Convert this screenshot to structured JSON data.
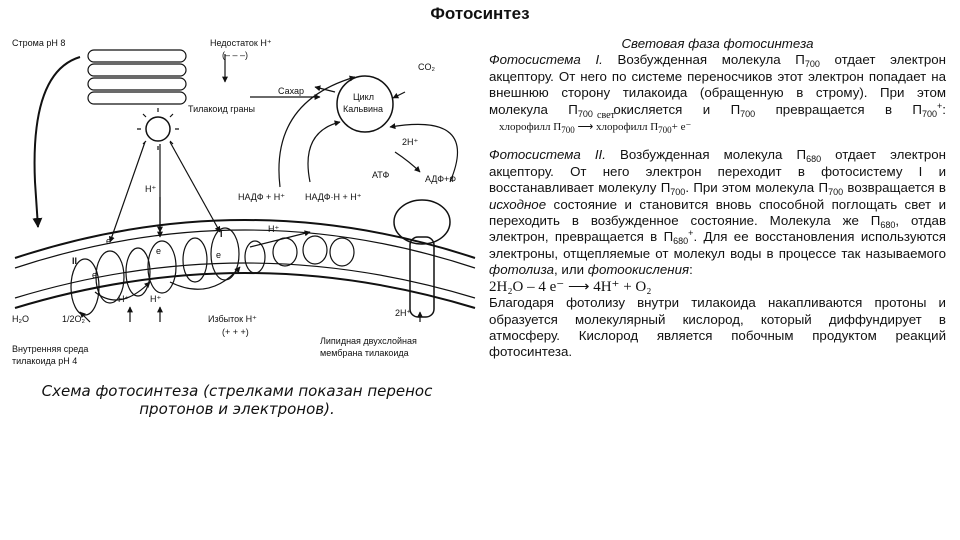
{
  "title": "Фотосинтез",
  "caption": "Схема фотосинтеза (стрелками показан перенос протонов и электронов).",
  "diagram": {
    "labels": {
      "stroma": "Строма pH 8",
      "deficit": "Недостаток H⁺",
      "deficit_signs": "(– – –)",
      "co2": "CO₂",
      "sugar": "Сахар",
      "cycle": "Цикл",
      "calvin": "Кальвина",
      "grana": "Тилакоид граны",
      "two_h_top": "2H⁺",
      "atp": "АТФ",
      "adp": "АДФ+Ф",
      "nadp1": "НАДФ + H⁺",
      "nadp2": "НАДФ·H + H⁺",
      "h_left": "H⁺",
      "h_mid": "H⁺",
      "roman_one": "I",
      "roman_two": "II",
      "e1": "e",
      "e2": "e",
      "e3": "e",
      "e4": "e",
      "h_lower1": "H⁺",
      "h_lower2": "H⁺",
      "water": "H₂O",
      "half_o2": "1/2O₂",
      "excess": "Избыток H⁺",
      "excess_signs": "(+ + +)",
      "two_h_bottom": "2H⁺",
      "inner_medium_1": "Внутренняя среда",
      "inner_medium_2": "тилакоида pH 4",
      "lipid_1": "Липидная двухслойная",
      "lipid_2": "мембрана тилакоида"
    }
  },
  "text": {
    "section_title": "Световая фаза фотосинтеза",
    "ps1_term": "Фотосистема I.",
    "ps1_body_a": " Возбужденная молекула П",
    "ps1_sub1": "700",
    "ps1_body_b": " отдает электрон акцептору. От него по системе переносчиков этот электрон попадает на внешнюю сторону тилакоида (обращенную в строму). При этом молекула П",
    "ps1_sub2": "700",
    "ps1_body_c": " окисляется и П",
    "ps1_sub3": "700",
    "ps1_body_d": " превращается в П",
    "ps1_sub4": "700",
    "ps1_sup4": "+",
    "ps1_colon": ":",
    "formula1_light": "свет",
    "formula1_left": "хлорофилл П",
    "formula1_sub_left": "700",
    "formula1_arrow": "⟶",
    "formula1_right": "хлорофилл П",
    "formula1_sub_right": "700",
    "formula1_tail": "+ e⁻",
    "ps2_term": "Фотосистема II.",
    "ps2_body_a": " Возбужденная молекула П",
    "ps2_sub1": "680",
    "ps2_body_b": " отдает электрон акцептору. От него электрон переходит в фотосистему I и восстанавливает молекулу П",
    "ps2_sub2": "700",
    "ps2_body_c": ". При этом молекула П",
    "ps2_sub3": "700",
    "ps2_body_d": " возвращается в ",
    "ps2_italic1": "исходное",
    "ps2_body_e": " состояние и становится вновь способной поглощать свет и переходить в возбужденное состояние. Молекула же П",
    "ps2_sub4": "680",
    "ps2_body_f": ", отдав электрон, превращается в П",
    "ps2_sub5": "680",
    "ps2_sup5": "+",
    "ps2_body_g": ". Для ее восстановления используются электроны, отщепляемые от молекул воды в процессе так называемого ",
    "ps2_italic2": "фотолиза",
    "ps2_body_h": ", или ",
    "ps2_italic3": "фотоокисления",
    "ps2_colon": ":",
    "formula2": "2H₂O – 4 e⁻ ⟶ 4H⁺ + O₂",
    "para3": "Благодаря фотолизу внутри тилакоида накапливаются протоны и образуется молекулярный кислород, который диффундирует в атмосферу. Кислород является побочным продуктом реакций фотосинтеза."
  }
}
